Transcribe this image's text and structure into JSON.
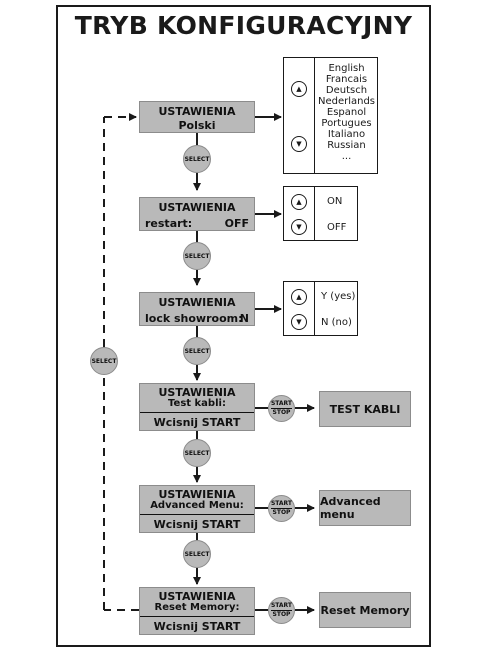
{
  "title": "TRYB KONFIGURACYJNY",
  "select_label": "SELECT",
  "start_label": "START",
  "stop_label": "STOP",
  "steps": [
    {
      "title": "USTAWIENIA",
      "value": "Polski"
    },
    {
      "title": "USTAWIENIA",
      "label": "restart:",
      "value": "OFF"
    },
    {
      "title": "USTAWIENIA",
      "label": "lock showroom:",
      "value": "N"
    },
    {
      "title": "USTAWIENIA",
      "subtitle": "Test kabli:",
      "action": "Wcisnij START",
      "output": "TEST KABLI"
    },
    {
      "title": "USTAWIENIA",
      "subtitle": "Advanced Menu:",
      "action": "Wcisnij START",
      "output": "Advanced menu"
    },
    {
      "title": "USTAWIENIA",
      "subtitle": "Reset Memory:",
      "action": "Wcisnij START",
      "output": "Reset Memory"
    }
  ],
  "languages": [
    "English",
    "Francais",
    "Deutsch",
    "Nederlands",
    "Espanol",
    "Portugues",
    "Italiano",
    "Russian",
    "..."
  ],
  "restart_options": [
    "ON",
    "OFF"
  ],
  "lock_options": [
    "Y (yes)",
    "N (no)"
  ],
  "icons": {
    "up": "up-arrow-icon",
    "down": "down-arrow-icon"
  },
  "colors": {
    "box_fill": "#b9b9b9",
    "line": "#1a1a1a",
    "background": "#ffffff"
  }
}
